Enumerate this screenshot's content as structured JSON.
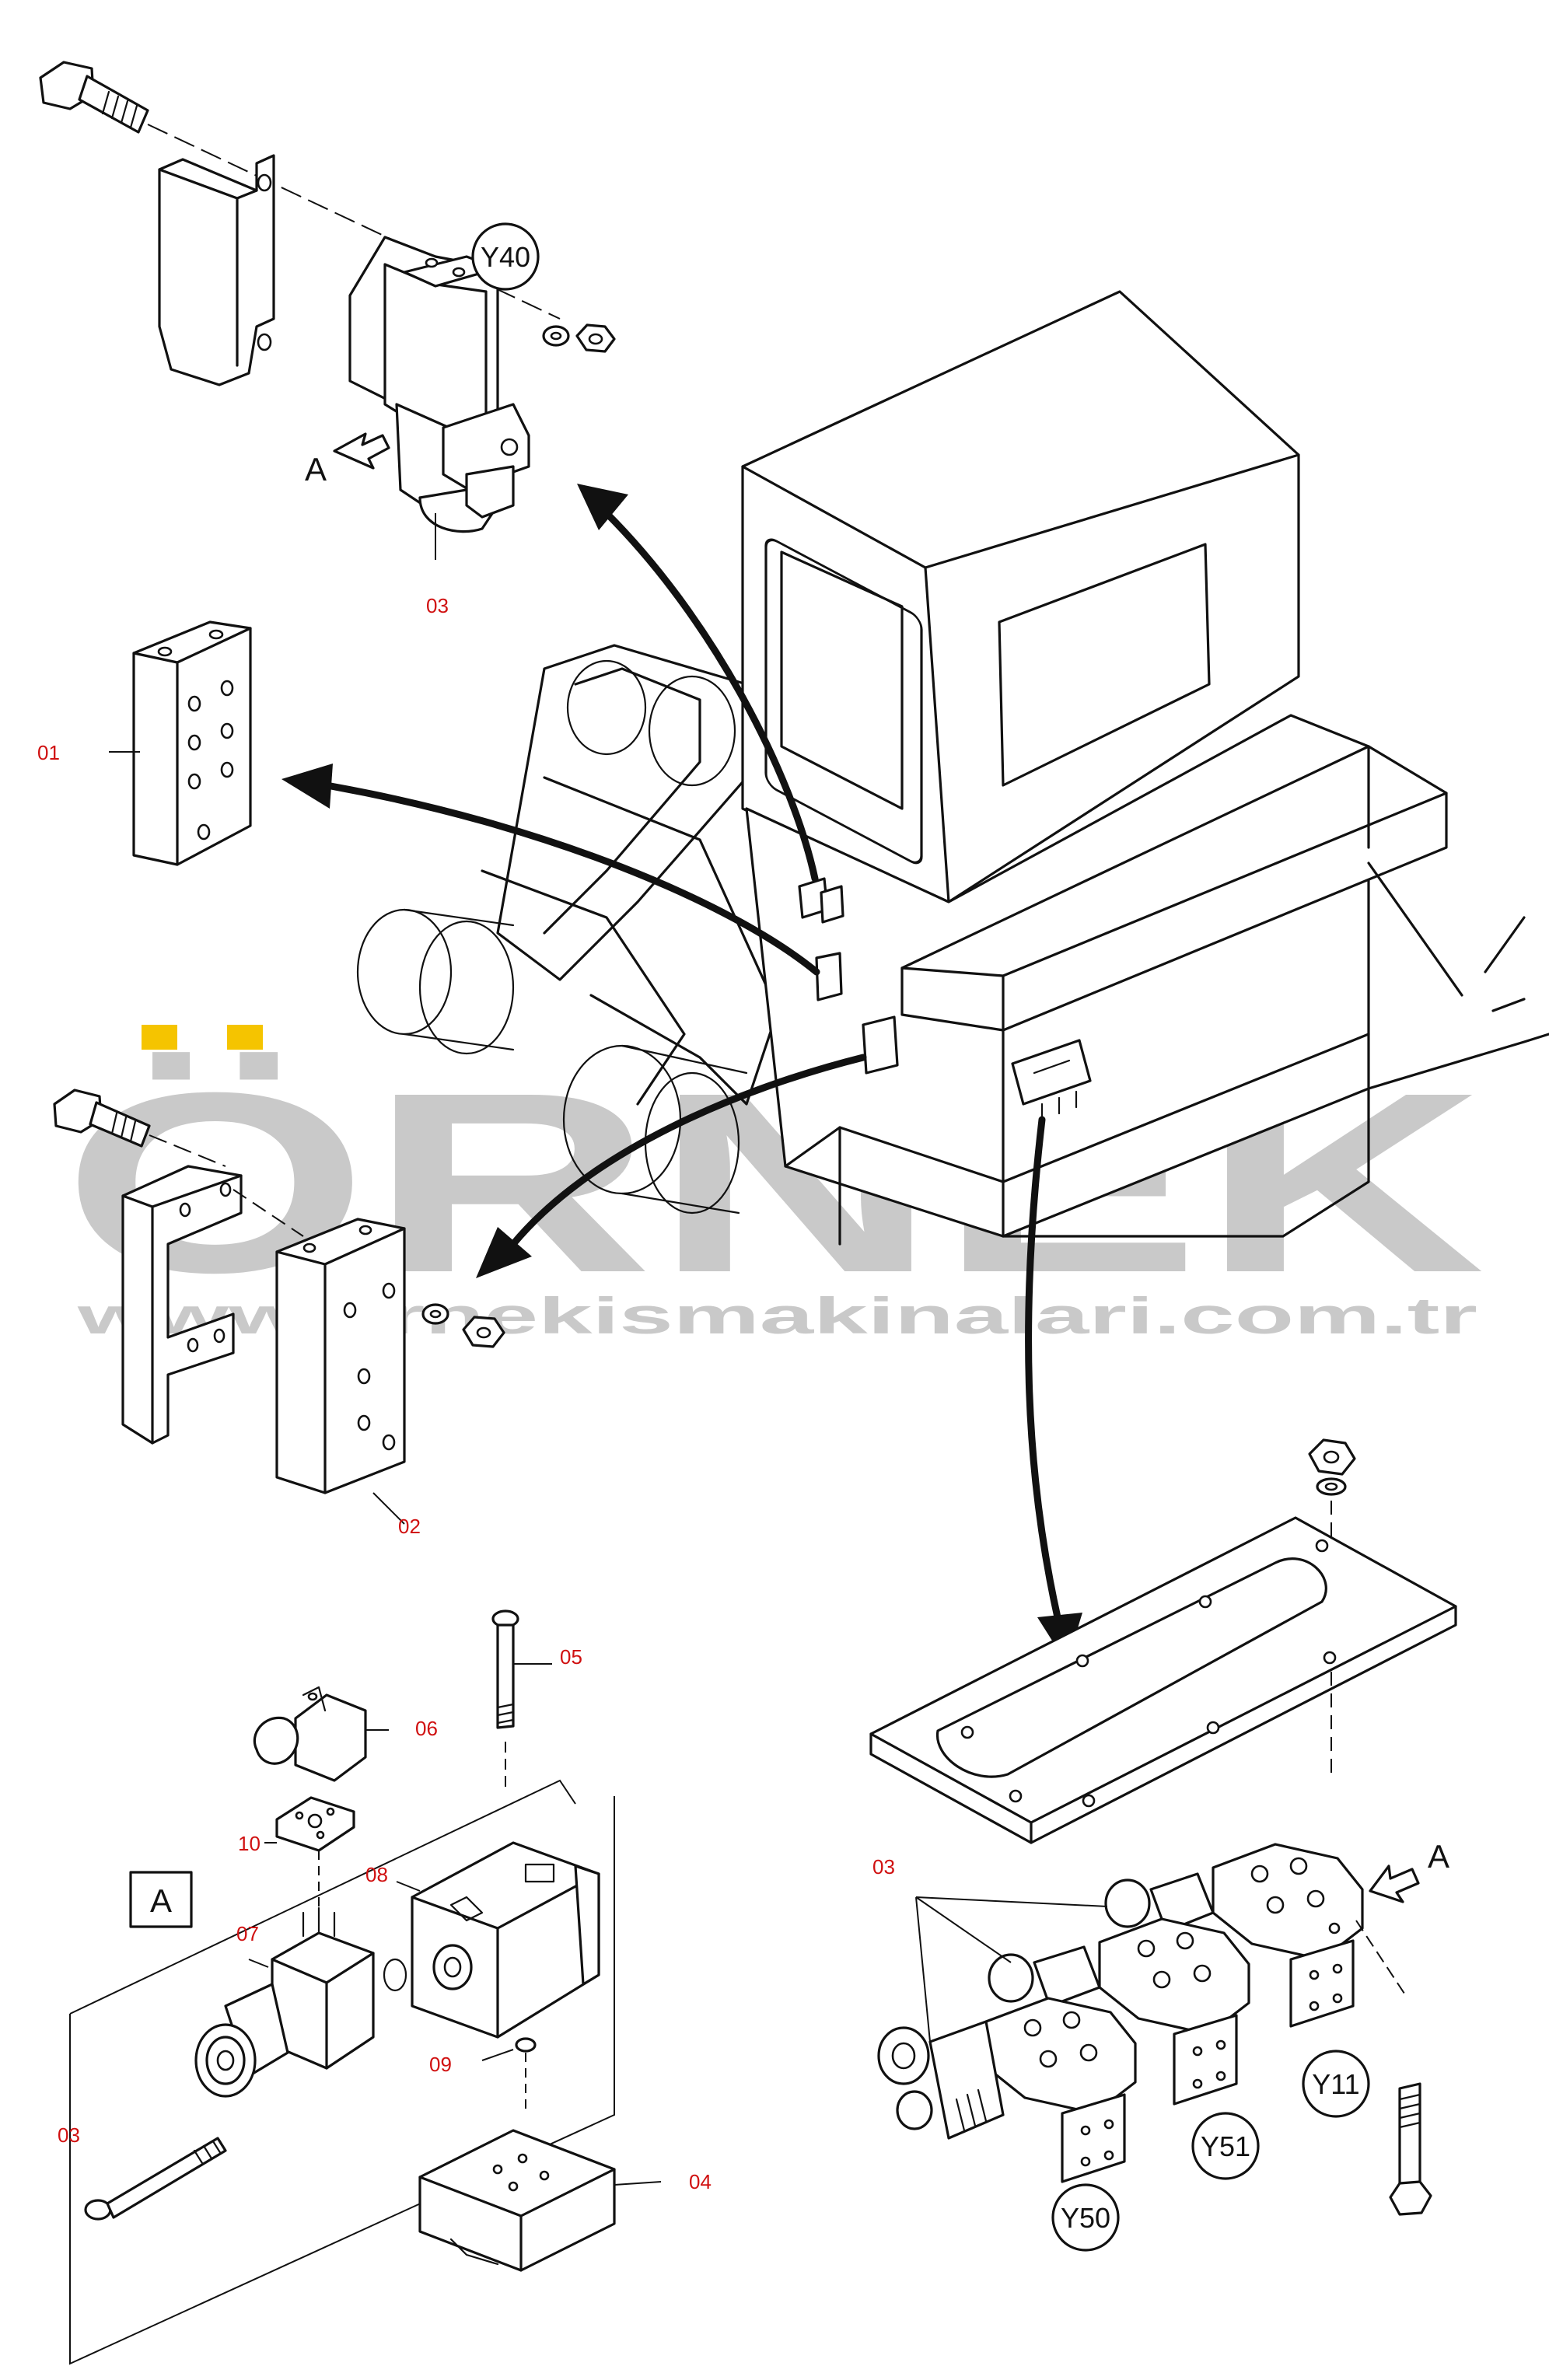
{
  "diagram": {
    "part_numbers": {
      "p01": "01",
      "p02": "02",
      "p03_top": "03",
      "p03_right": "03",
      "p03_left": "03",
      "p04": "04",
      "p05": "05",
      "p06": "06",
      "p07": "07",
      "p08": "08",
      "p09": "09",
      "p10": "10"
    },
    "callouts": {
      "y40": "Y40",
      "y11": "Y11",
      "y51": "Y51",
      "y50": "Y50"
    },
    "view_markers": {
      "arrow_a_top": "A",
      "arrow_a_right": "A",
      "detail_box": "A"
    }
  },
  "watermark": {
    "brand": "ÖRNEK",
    "url": "www.ornekismakinalari.com.tr",
    "colors": {
      "text": "#c9c9c9",
      "accent": "#f5c400"
    }
  },
  "colors": {
    "line": "#111111",
    "part_number": "#d01010",
    "background": "#ffffff"
  }
}
